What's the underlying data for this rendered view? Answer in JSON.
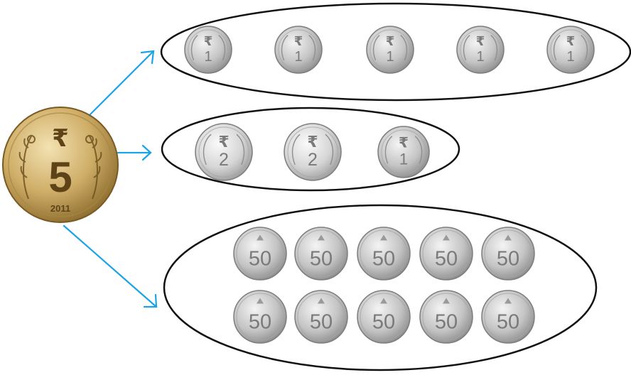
{
  "source_coin": {
    "symbol": "₹",
    "value": "5",
    "year": "2011"
  },
  "groups": [
    {
      "name": "one-rupee-group",
      "coins": [
        {
          "symbol": "₹",
          "value": "1"
        },
        {
          "symbol": "₹",
          "value": "1"
        },
        {
          "symbol": "₹",
          "value": "1"
        },
        {
          "symbol": "₹",
          "value": "1"
        },
        {
          "symbol": "₹",
          "value": "1"
        }
      ]
    },
    {
      "name": "mixed-group",
      "coins": [
        {
          "symbol": "₹",
          "value": "2"
        },
        {
          "symbol": "₹",
          "value": "2"
        },
        {
          "symbol": "₹",
          "value": "1"
        }
      ]
    },
    {
      "name": "fifty-paise-group",
      "coins": [
        {
          "value": "50"
        },
        {
          "value": "50"
        },
        {
          "value": "50"
        },
        {
          "value": "50"
        },
        {
          "value": "50"
        },
        {
          "value": "50"
        },
        {
          "value": "50"
        },
        {
          "value": "50"
        },
        {
          "value": "50"
        },
        {
          "value": "50"
        }
      ]
    }
  ],
  "colors": {
    "arrow": "#1aa3e6",
    "oval_stroke": "#111111",
    "gold_light": "#e8d19a",
    "gold_mid": "#c9a65c",
    "gold_dark": "#8a6a2c",
    "silver_light": "#e8e8e8",
    "silver_mid": "#bdbdbd",
    "silver_dark": "#8c8c8c"
  }
}
